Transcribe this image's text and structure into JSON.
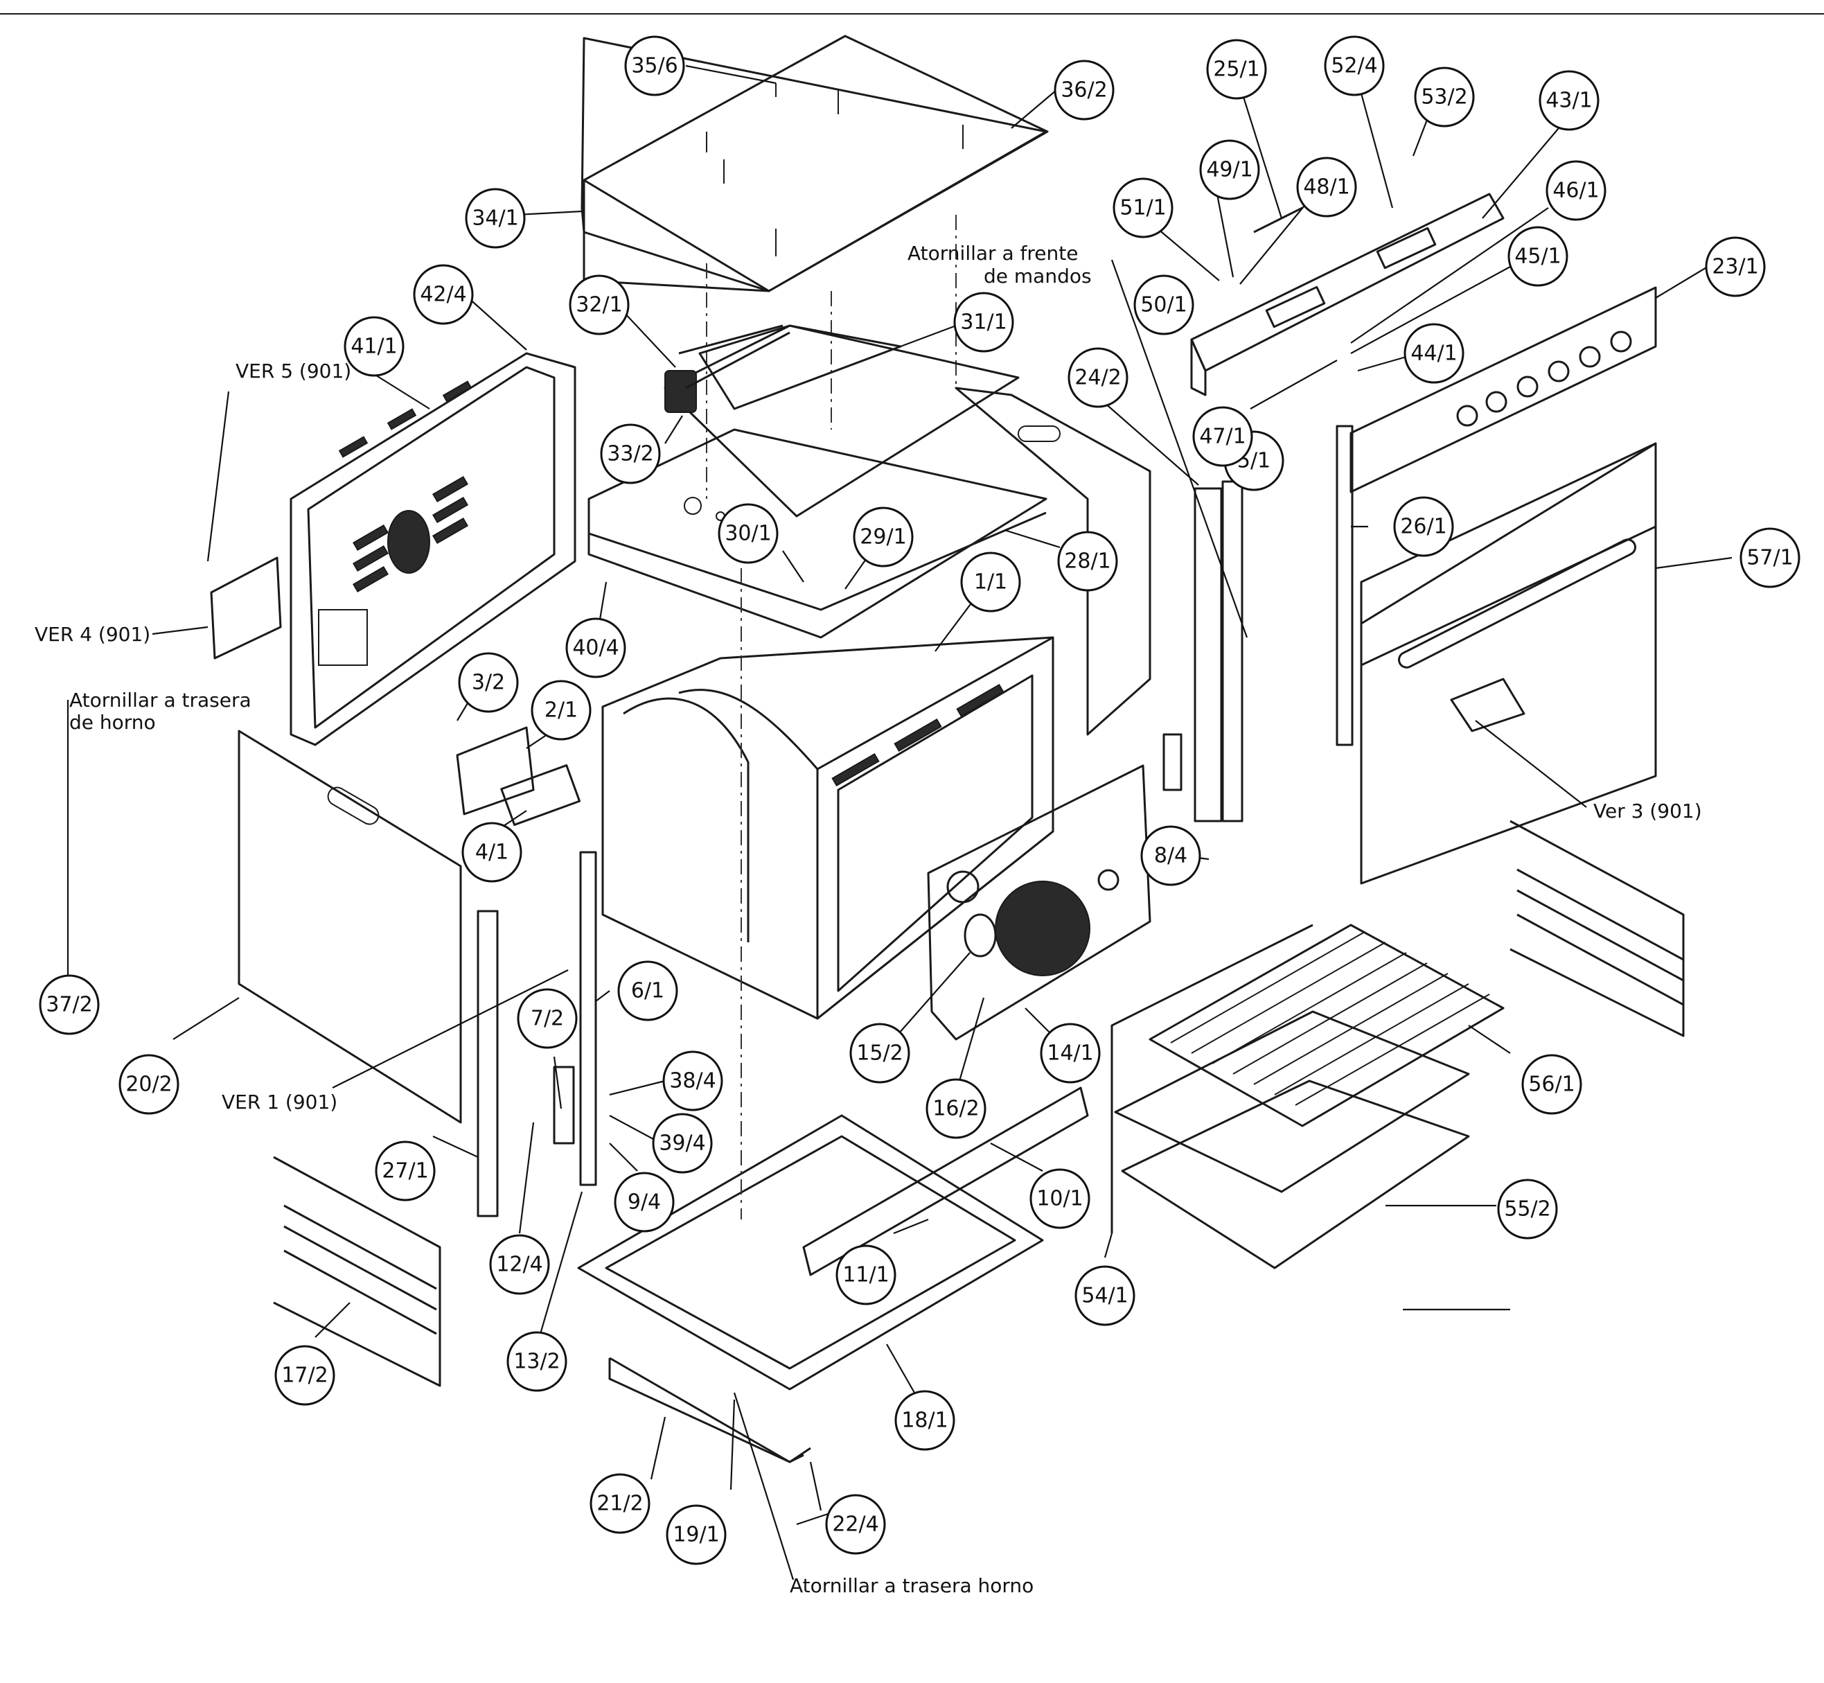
{
  "parts": [
    {
      "id": "p35",
      "label": "35/6"
    },
    {
      "id": "p36",
      "label": "36/2"
    },
    {
      "id": "p34",
      "label": "34/1"
    },
    {
      "id": "p32",
      "label": "32/1"
    },
    {
      "id": "p31",
      "label": "31/1"
    },
    {
      "id": "p33",
      "label": "33/2"
    },
    {
      "id": "p42",
      "label": "42/4"
    },
    {
      "id": "p41",
      "label": "41/1"
    },
    {
      "id": "p30",
      "label": "30/1"
    },
    {
      "id": "p29",
      "label": "29/1"
    },
    {
      "id": "p28",
      "label": "28/1"
    },
    {
      "id": "p1",
      "label": "1/1"
    },
    {
      "id": "p40",
      "label": "40/4"
    },
    {
      "id": "p3",
      "label": "3/2"
    },
    {
      "id": "p2",
      "label": "2/1"
    },
    {
      "id": "p4",
      "label": "4/1"
    },
    {
      "id": "p37",
      "label": "37/2"
    },
    {
      "id": "p20",
      "label": "20/2"
    },
    {
      "id": "p27",
      "label": "27/1"
    },
    {
      "id": "p17",
      "label": "17/2"
    },
    {
      "id": "p7",
      "label": "7/2"
    },
    {
      "id": "p6",
      "label": "6/1"
    },
    {
      "id": "p38",
      "label": "38/4"
    },
    {
      "id": "p39",
      "label": "39/4"
    },
    {
      "id": "p9",
      "label": "9/4"
    },
    {
      "id": "p12",
      "label": "12/4"
    },
    {
      "id": "p13",
      "label": "13/2"
    },
    {
      "id": "p15",
      "label": "15/2"
    },
    {
      "id": "p16",
      "label": "16/2"
    },
    {
      "id": "p14",
      "label": "14/1"
    },
    {
      "id": "p10",
      "label": "10/1"
    },
    {
      "id": "p11",
      "label": "11/1"
    },
    {
      "id": "p18",
      "label": "18/1"
    },
    {
      "id": "p21",
      "label": "21/2"
    },
    {
      "id": "p19",
      "label": "19/1"
    },
    {
      "id": "p22",
      "label": "22/4"
    },
    {
      "id": "p54",
      "label": "54/1"
    },
    {
      "id": "p55",
      "label": "55/2"
    },
    {
      "id": "p56",
      "label": "56/1"
    },
    {
      "id": "p57",
      "label": "57/1"
    },
    {
      "id": "p26",
      "label": "26/1"
    },
    {
      "id": "p23",
      "label": "23/1"
    },
    {
      "id": "p5",
      "label": "5/1"
    },
    {
      "id": "p24",
      "label": "24/2"
    },
    {
      "id": "p8",
      "label": "8/4"
    },
    {
      "id": "p47",
      "label": "47/1"
    },
    {
      "id": "p44",
      "label": "44/1"
    },
    {
      "id": "p45",
      "label": "45/1"
    },
    {
      "id": "p46",
      "label": "46/1"
    },
    {
      "id": "p43",
      "label": "43/1"
    },
    {
      "id": "p53",
      "label": "53/2"
    },
    {
      "id": "p52",
      "label": "52/4"
    },
    {
      "id": "p25",
      "label": "25/1"
    },
    {
      "id": "p49",
      "label": "49/1"
    },
    {
      "id": "p48",
      "label": "48/1"
    },
    {
      "id": "p51",
      "label": "51/1"
    },
    {
      "id": "p50",
      "label": "50/1"
    }
  ],
  "notes": {
    "ver5": "VER 5 (901)",
    "ver4": "VER 4 (901)",
    "ver1": "VER 1 (901)",
    "ver3": "Ver 3 (901)",
    "rear_oven_1": "Atornillar a trasera",
    "rear_oven_2": "de horno",
    "front_controls_1": "Atornillar a frente",
    "front_controls_2": "de mandos",
    "rear_oven_bottom": "Atornillar a trasera horno"
  }
}
